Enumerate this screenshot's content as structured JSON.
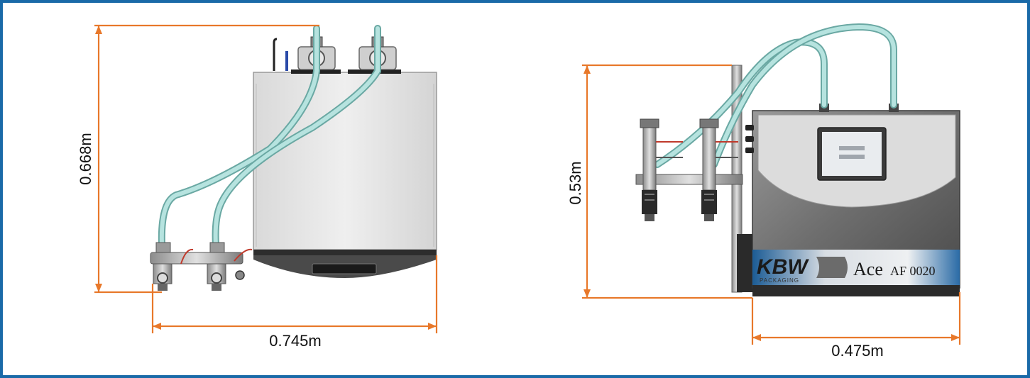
{
  "front_view": {
    "height_label": "0.668m",
    "width_label": "0.745m"
  },
  "side_view": {
    "height_label": "0.53m",
    "width_label": "0.475m",
    "brand_logo": "KBW",
    "brand_sub": "PACKAGING",
    "model_name": "Ace",
    "model_code": "AF 0020"
  },
  "colors": {
    "frame_border": "#1a6aa8",
    "dimension_line": "#e8782a",
    "tube": "#a9dcd8",
    "body_light": "#e6e6e6",
    "body_dark": "#555555",
    "banner_blue": "#1f5f96"
  }
}
